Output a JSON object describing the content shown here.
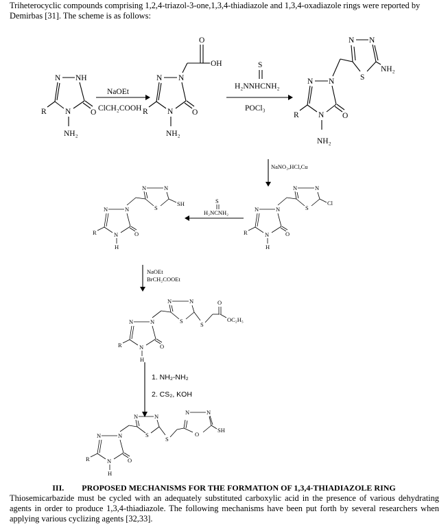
{
  "intro_text": "Triheterocyclic compounds comprising 1,2,4-triazol-3-one,1,3,4-thiadiazole and 1,3,4-oxadiazole rings were reported by Demirbas [31]. The scheme is as follows:",
  "section": {
    "number": "III.",
    "title": "PROPOSED MECHANISMS FOR THE FORMATION OF 1,3,4-THIADIAZOLE RING"
  },
  "body_text": "Thiosemicarbazide must be cycled with an adequately substituted carboxylic acid in the presence of various dehydrating agents in order to produce 1,3,4-thiadiazole. The following mechanisms have been put forth by several researchers when applying various cyclizing agents [32,33].",
  "scheme": {
    "step1": {
      "reagent_top": "NaOEt",
      "reagent_bottom": "ClCH₂COOH"
    },
    "step2": {
      "reagent_s": "S",
      "reagent_top": "H₂NNHCNH₂",
      "reagent_bottom": "POCl₃"
    },
    "step3": {
      "reagent": "NaNO₂,HCl,Cu"
    },
    "step4": {
      "reagent_s": "S",
      "reagent": "H₂NCNH₂"
    },
    "step5": {
      "reagent_top": "NaOEt",
      "reagent_bottom": "BrCH₂COOEt"
    },
    "step6": {
      "reagent_1": "1. NH₂-NH₂",
      "reagent_2": "2. CS₂, KOH"
    },
    "atoms": {
      "n": "N",
      "nh": "NH",
      "nh2": "NH₂",
      "o": "O",
      "oh": "OH",
      "r": "R",
      "h": "H",
      "s": "S",
      "sh": "SH",
      "cl": "Cl",
      "oc2h5": "OC₂H₅"
    }
  }
}
